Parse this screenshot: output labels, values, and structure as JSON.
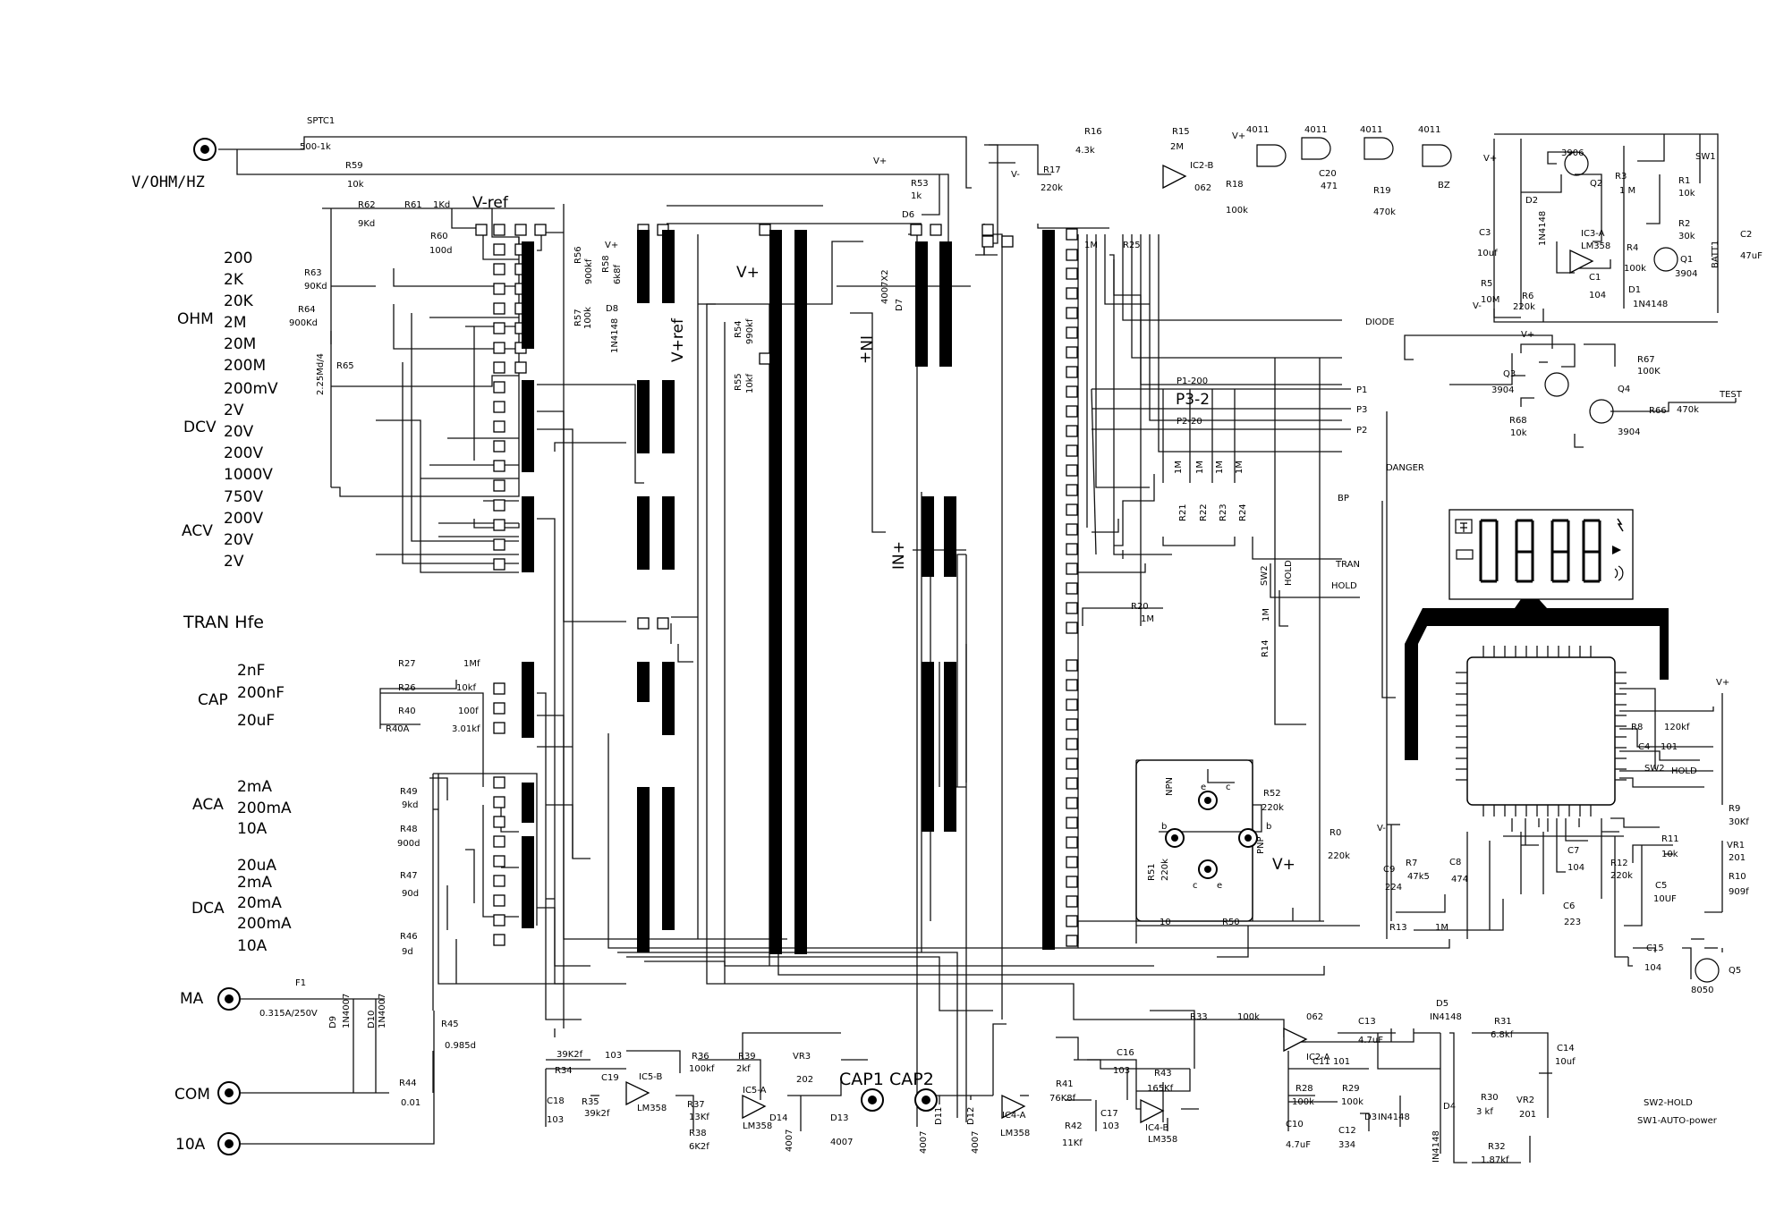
{
  "jacks": {
    "vohmhz": "V/OHM/HZ",
    "ma": "MA",
    "com": "COM",
    "a10": "10A",
    "cap1": "CAP1",
    "cap2": "CAP2"
  },
  "ranges": {
    "ohm": {
      "label": "OHM",
      "items": [
        "200",
        "2K",
        "20K",
        "2M",
        "20M",
        "200M"
      ]
    },
    "dcv": {
      "label": "DCV",
      "items": [
        "200mV",
        "2V",
        "20V",
        "200V",
        "1000V"
      ]
    },
    "acv": {
      "label": "ACV",
      "items": [
        "750V",
        "200V",
        "20V",
        "2V"
      ]
    },
    "tran": "TRAN  Hfe",
    "cap": {
      "label": "CAP",
      "items": [
        "2nF",
        "200nF",
        "20uF"
      ]
    },
    "aca": {
      "label": "ACA",
      "items": [
        "2mA",
        "200mA",
        "10A"
      ]
    },
    "dca": {
      "label": "DCA",
      "items": [
        "20uA",
        "2mA",
        "20mA",
        "200mA",
        "10A"
      ]
    }
  },
  "nets": {
    "vref": "V-ref",
    "vref2": "V+ref",
    "inp": "IN+",
    "inp2": "IN+",
    "vplus": "V+",
    "vminus": "V-",
    "p1": "P1",
    "p2": "P2",
    "p3": "P3",
    "diode": "DIODE",
    "danger": "DANGER",
    "tran": "TRAN",
    "hold": "HOLD",
    "bp": "BP",
    "test": "TEST",
    "p1_200": "P1-200",
    "p3_2": "P3-2",
    "p2_20": "P2-20",
    "vplus_rail": "V+"
  },
  "notes": {
    "sw2": "SW2-HOLD",
    "sw1": "SW1-AUTO-power"
  },
  "labels": [
    {
      "id": "sptc1",
      "t": "SPTC1"
    },
    {
      "id": "sptc1v",
      "t": "500-1k"
    },
    {
      "id": "r59",
      "t": "R59"
    },
    {
      "id": "r59v",
      "t": "10k"
    },
    {
      "id": "r62",
      "t": "R62"
    },
    {
      "id": "r62v",
      "t": "9Kd"
    },
    {
      "id": "r61",
      "t": "R61"
    },
    {
      "id": "r61v",
      "t": "1Kd"
    },
    {
      "id": "r60",
      "t": "R60"
    },
    {
      "id": "r60v",
      "t": "100d"
    },
    {
      "id": "r63",
      "t": "R63"
    },
    {
      "id": "r63v",
      "t": "90Kd"
    },
    {
      "id": "r64",
      "t": "R64"
    },
    {
      "id": "r64v",
      "t": "900Kd"
    },
    {
      "id": "r65v",
      "t": "2.25Md/4"
    },
    {
      "id": "r65",
      "t": "R65"
    },
    {
      "id": "r56",
      "t": "R56"
    },
    {
      "id": "r56v",
      "t": "900kf"
    },
    {
      "id": "r58",
      "t": "R58"
    },
    {
      "id": "r58v",
      "t": "6k8f"
    },
    {
      "id": "r57",
      "t": "R57"
    },
    {
      "id": "r57v",
      "t": "100k"
    },
    {
      "id": "d8",
      "t": "D8"
    },
    {
      "id": "d8v",
      "t": "1N4148"
    },
    {
      "id": "r54",
      "t": "R54"
    },
    {
      "id": "r54v",
      "t": "990kf"
    },
    {
      "id": "r55",
      "t": "R55"
    },
    {
      "id": "r55v",
      "t": "10kf"
    },
    {
      "id": "r53",
      "t": "R53"
    },
    {
      "id": "r53v",
      "t": "1k"
    },
    {
      "id": "d6",
      "t": "D6"
    },
    {
      "id": "d7",
      "t": "D7"
    },
    {
      "id": "d7v",
      "t": "4007X2"
    },
    {
      "id": "r16",
      "t": "R16"
    },
    {
      "id": "r16v",
      "t": "4.3k"
    },
    {
      "id": "r17",
      "t": "R17"
    },
    {
      "id": "r17v",
      "t": "220k"
    },
    {
      "id": "r15",
      "t": "R15"
    },
    {
      "id": "r15v",
      "t": "2M"
    },
    {
      "id": "ic2b",
      "t": "IC2-B"
    },
    {
      "id": "ic2bv",
      "t": "062"
    },
    {
      "id": "g1",
      "t": "4011"
    },
    {
      "id": "g2",
      "t": "4011"
    },
    {
      "id": "g3",
      "t": "4011"
    },
    {
      "id": "g4",
      "t": "4011"
    },
    {
      "id": "r18",
      "t": "R18"
    },
    {
      "id": "r18v",
      "t": "100k"
    },
    {
      "id": "c20",
      "t": "C20"
    },
    {
      "id": "c20v",
      "t": "471"
    },
    {
      "id": "r19",
      "t": "R19"
    },
    {
      "id": "r19v",
      "t": "470k"
    },
    {
      "id": "bz",
      "t": "BZ"
    },
    {
      "id": "r25",
      "t": "R25"
    },
    {
      "id": "r25v",
      "t": "1M"
    },
    {
      "id": "ic3a",
      "t": "IC3-A"
    },
    {
      "id": "ic3av",
      "t": "LM358"
    },
    {
      "id": "q2",
      "t": "Q2"
    },
    {
      "id": "q2v",
      "t": "3906"
    },
    {
      "id": "r3",
      "t": "R3"
    },
    {
      "id": "r3v",
      "t": "1 M"
    },
    {
      "id": "r1",
      "t": "R1"
    },
    {
      "id": "r1v",
      "t": "10k"
    },
    {
      "id": "r2",
      "t": "R2"
    },
    {
      "id": "r2v",
      "t": "30k"
    },
    {
      "id": "sw1",
      "t": "SW1"
    },
    {
      "id": "batt1",
      "t": "BATT1"
    },
    {
      "id": "c2",
      "t": "C2"
    },
    {
      "id": "c2v",
      "t": "47uF"
    },
    {
      "id": "c3",
      "t": "C3"
    },
    {
      "id": "c3v",
      "t": "10uf"
    },
    {
      "id": "d2",
      "t": "D2"
    },
    {
      "id": "d2v",
      "t": "1N4148"
    },
    {
      "id": "r4",
      "t": "R4"
    },
    {
      "id": "r4v",
      "t": "100k"
    },
    {
      "id": "q1",
      "t": "Q1"
    },
    {
      "id": "q1v",
      "t": "3904"
    },
    {
      "id": "r5",
      "t": "R5"
    },
    {
      "id": "r5v",
      "t": "10M"
    },
    {
      "id": "r6",
      "t": "R6"
    },
    {
      "id": "r6v",
      "t": "220k"
    },
    {
      "id": "c1",
      "t": "C1"
    },
    {
      "id": "c1v",
      "t": "104"
    },
    {
      "id": "d1",
      "t": "D1"
    },
    {
      "id": "d1v",
      "t": "1N4148"
    },
    {
      "id": "q3",
      "t": "Q3"
    },
    {
      "id": "q3v",
      "t": "3904"
    },
    {
      "id": "q4",
      "t": "Q4"
    },
    {
      "id": "q4v",
      "t": "3904"
    },
    {
      "id": "r67",
      "t": "R67"
    },
    {
      "id": "r67v",
      "t": "100K"
    },
    {
      "id": "r68",
      "t": "R68"
    },
    {
      "id": "r68v",
      "t": "10k"
    },
    {
      "id": "r66",
      "t": "R66"
    },
    {
      "id": "r66v",
      "t": "470k"
    },
    {
      "id": "r21",
      "t": "R21"
    },
    {
      "id": "r22",
      "t": "R22"
    },
    {
      "id": "r23",
      "t": "R23"
    },
    {
      "id": "r24",
      "t": "R24"
    },
    {
      "id": "r21v",
      "t": "1M"
    },
    {
      "id": "r22v",
      "t": "1M"
    },
    {
      "id": "r23v",
      "t": "1M"
    },
    {
      "id": "r24v",
      "t": "1M"
    },
    {
      "id": "sw2",
      "t": "SW2"
    },
    {
      "id": "hold1",
      "t": "HOLD"
    },
    {
      "id": "r20",
      "t": "R20"
    },
    {
      "id": "r20v",
      "t": "1M"
    },
    {
      "id": "r14",
      "t": "R14"
    },
    {
      "id": "r14v",
      "t": "1M"
    },
    {
      "id": "r52",
      "t": "R52"
    },
    {
      "id": "r52v",
      "t": "220k"
    },
    {
      "id": "npn",
      "t": "NPN"
    },
    {
      "id": "pnp",
      "t": "PNP"
    },
    {
      "id": "te1",
      "t": "e"
    },
    {
      "id": "tc1",
      "t": "c"
    },
    {
      "id": "tb1",
      "t": "b"
    },
    {
      "id": "tb2",
      "t": "b"
    },
    {
      "id": "tc2",
      "t": "c"
    },
    {
      "id": "te2",
      "t": "e"
    },
    {
      "id": "r51",
      "t": "R51"
    },
    {
      "id": "r51v",
      "t": "220k"
    },
    {
      "id": "r50",
      "t": "R50"
    },
    {
      "id": "r50v",
      "t": "10"
    },
    {
      "id": "r0",
      "t": "R0"
    },
    {
      "id": "r0v",
      "t": "220k"
    },
    {
      "id": "r13",
      "t": "R13"
    },
    {
      "id": "r13v",
      "t": "1M"
    },
    {
      "id": "r8",
      "t": "R8"
    },
    {
      "id": "r8v",
      "t": "120kf"
    },
    {
      "id": "c4",
      "t": "C4"
    },
    {
      "id": "c4v",
      "t": "101"
    },
    {
      "id": "sw2b",
      "t": "SW2"
    },
    {
      "id": "hold2",
      "t": "HOLD"
    },
    {
      "id": "r9",
      "t": "R9"
    },
    {
      "id": "r9v",
      "t": "30Kf"
    },
    {
      "id": "r11",
      "t": "R11"
    },
    {
      "id": "r11v",
      "t": "10k"
    },
    {
      "id": "vr1",
      "t": "VR1"
    },
    {
      "id": "vr1v",
      "t": "201"
    },
    {
      "id": "r10",
      "t": "R10"
    },
    {
      "id": "r10v",
      "t": "909f"
    },
    {
      "id": "c5",
      "t": "C5"
    },
    {
      "id": "c5v",
      "t": "10UF"
    },
    {
      "id": "c15",
      "t": "C15"
    },
    {
      "id": "c15v",
      "t": "104"
    },
    {
      "id": "q5",
      "t": "Q5"
    },
    {
      "id": "q5v",
      "t": "8050"
    },
    {
      "id": "r7",
      "t": "R7"
    },
    {
      "id": "r7v",
      "t": "47k5"
    },
    {
      "id": "c8",
      "t": "C8"
    },
    {
      "id": "c8v",
      "t": "474"
    },
    {
      "id": "c9",
      "t": "C9"
    },
    {
      "id": "c9v",
      "t": "224"
    },
    {
      "id": "c7",
      "t": "C7"
    },
    {
      "id": "c7v",
      "t": "104"
    },
    {
      "id": "c6",
      "t": "C6"
    },
    {
      "id": "c6v",
      "t": "223"
    },
    {
      "id": "r12",
      "t": "R12"
    },
    {
      "id": "r12v",
      "t": "220k"
    },
    {
      "id": "r27",
      "t": "R27"
    },
    {
      "id": "r27v",
      "t": "1Mf"
    },
    {
      "id": "r26",
      "t": "R26"
    },
    {
      "id": "r26v",
      "t": "10kf"
    },
    {
      "id": "r40",
      "t": "R40"
    },
    {
      "id": "r40v",
      "t": "100f"
    },
    {
      "id": "r40a",
      "t": "R40A"
    },
    {
      "id": "r40av",
      "t": "3.01kf"
    },
    {
      "id": "r49",
      "t": "R49"
    },
    {
      "id": "r49v",
      "t": "9kd"
    },
    {
      "id": "r48",
      "t": "R48"
    },
    {
      "id": "r48v",
      "t": "900d"
    },
    {
      "id": "r47",
      "t": "R47"
    },
    {
      "id": "r47v",
      "t": "90d"
    },
    {
      "id": "r46",
      "t": "R46"
    },
    {
      "id": "r46v",
      "t": "9d"
    },
    {
      "id": "f1",
      "t": "F1"
    },
    {
      "id": "f1v",
      "t": "0.315A/250V"
    },
    {
      "id": "d9",
      "t": "D9"
    },
    {
      "id": "d9v",
      "t": "1N4007"
    },
    {
      "id": "d10",
      "t": "D10"
    },
    {
      "id": "d10v",
      "t": "1N4007"
    },
    {
      "id": "r45",
      "t": "R45"
    },
    {
      "id": "r45v",
      "t": "0.985d"
    },
    {
      "id": "r44",
      "t": "R44"
    },
    {
      "id": "r44v",
      "t": "0.01"
    },
    {
      "id": "r34",
      "t": "R34"
    },
    {
      "id": "r34v",
      "t": "39K2f"
    },
    {
      "id": "c19",
      "t": "C19"
    },
    {
      "id": "c19v",
      "t": "103"
    },
    {
      "id": "ic5b",
      "t": "IC5-B"
    },
    {
      "id": "ic5bv",
      "t": "LM358"
    },
    {
      "id": "r36",
      "t": "R36"
    },
    {
      "id": "r36v",
      "t": "100kf"
    },
    {
      "id": "c18",
      "t": "C18"
    },
    {
      "id": "c18v",
      "t": "103"
    },
    {
      "id": "r35",
      "t": "R35"
    },
    {
      "id": "r35v",
      "t": "39k2f"
    },
    {
      "id": "r37",
      "t": "R37"
    },
    {
      "id": "r37v",
      "t": "13Kf"
    },
    {
      "id": "r38",
      "t": "R38"
    },
    {
      "id": "r38v",
      "t": "6K2f"
    },
    {
      "id": "r39",
      "t": "R39"
    },
    {
      "id": "r39v",
      "t": "2kf"
    },
    {
      "id": "vr3",
      "t": "VR3"
    },
    {
      "id": "vr3v",
      "t": "202"
    },
    {
      "id": "ic5a",
      "t": "IC5-A"
    },
    {
      "id": "ic5av",
      "t": "LM358"
    },
    {
      "id": "d14",
      "t": "D14"
    },
    {
      "id": "d14v",
      "t": "4007"
    },
    {
      "id": "d13",
      "t": "D13"
    },
    {
      "id": "d13v",
      "t": "4007"
    },
    {
      "id": "d11",
      "t": "D11"
    },
    {
      "id": "d11v",
      "t": "4007"
    },
    {
      "id": "d12",
      "t": "D12"
    },
    {
      "id": "d12v",
      "t": "4007"
    },
    {
      "id": "ic4a",
      "t": "IC4-A"
    },
    {
      "id": "ic4av",
      "t": "LM358"
    },
    {
      "id": "r41",
      "t": "R41"
    },
    {
      "id": "r41v",
      "t": "76K8f"
    },
    {
      "id": "r42",
      "t": "R42"
    },
    {
      "id": "r42v",
      "t": "11Kf"
    },
    {
      "id": "c16",
      "t": "C16"
    },
    {
      "id": "c16v",
      "t": "103"
    },
    {
      "id": "r43",
      "t": "R43"
    },
    {
      "id": "r43v",
      "t": "165Kf"
    },
    {
      "id": "c17",
      "t": "C17"
    },
    {
      "id": "c17v",
      "t": "103"
    },
    {
      "id": "ic4b",
      "t": "IC4-B"
    },
    {
      "id": "ic4bv",
      "t": "LM358"
    },
    {
      "id": "r33",
      "t": "R33"
    },
    {
      "id": "r33v",
      "t": "100k"
    },
    {
      "id": "ic2a",
      "t": "IC2-A"
    },
    {
      "id": "ic2av",
      "t": "062"
    },
    {
      "id": "c13",
      "t": "C13"
    },
    {
      "id": "c13v",
      "t": "4.7uF"
    },
    {
      "id": "d5",
      "t": "D5"
    },
    {
      "id": "d5v",
      "t": "IN4148"
    },
    {
      "id": "r31",
      "t": "R31"
    },
    {
      "id": "r31v",
      "t": "6.8kf"
    },
    {
      "id": "c14",
      "t": "C14"
    },
    {
      "id": "c14v",
      "t": "10uf"
    },
    {
      "id": "c11",
      "t": "C11"
    },
    {
      "id": "c11v",
      "t": "101"
    },
    {
      "id": "r28",
      "t": "R28"
    },
    {
      "id": "r28v",
      "t": "100k"
    },
    {
      "id": "r29",
      "t": "R29"
    },
    {
      "id": "r29v",
      "t": "100k"
    },
    {
      "id": "d3",
      "t": "D3"
    },
    {
      "id": "d3v",
      "t": "IN4148"
    },
    {
      "id": "c10",
      "t": "C10"
    },
    {
      "id": "c10v",
      "t": "4.7uF"
    },
    {
      "id": "c12",
      "t": "C12"
    },
    {
      "id": "c12v",
      "t": "334"
    },
    {
      "id": "d4",
      "t": "D4"
    },
    {
      "id": "d4v",
      "t": "IN4148"
    },
    {
      "id": "r30",
      "t": "R30"
    },
    {
      "id": "r30v",
      "t": "3 kf"
    },
    {
      "id": "vr2",
      "t": "VR2"
    },
    {
      "id": "vr2v",
      "t": "201"
    },
    {
      "id": "r32",
      "t": "R32"
    },
    {
      "id": "r32v",
      "t": "1.87kf"
    }
  ]
}
